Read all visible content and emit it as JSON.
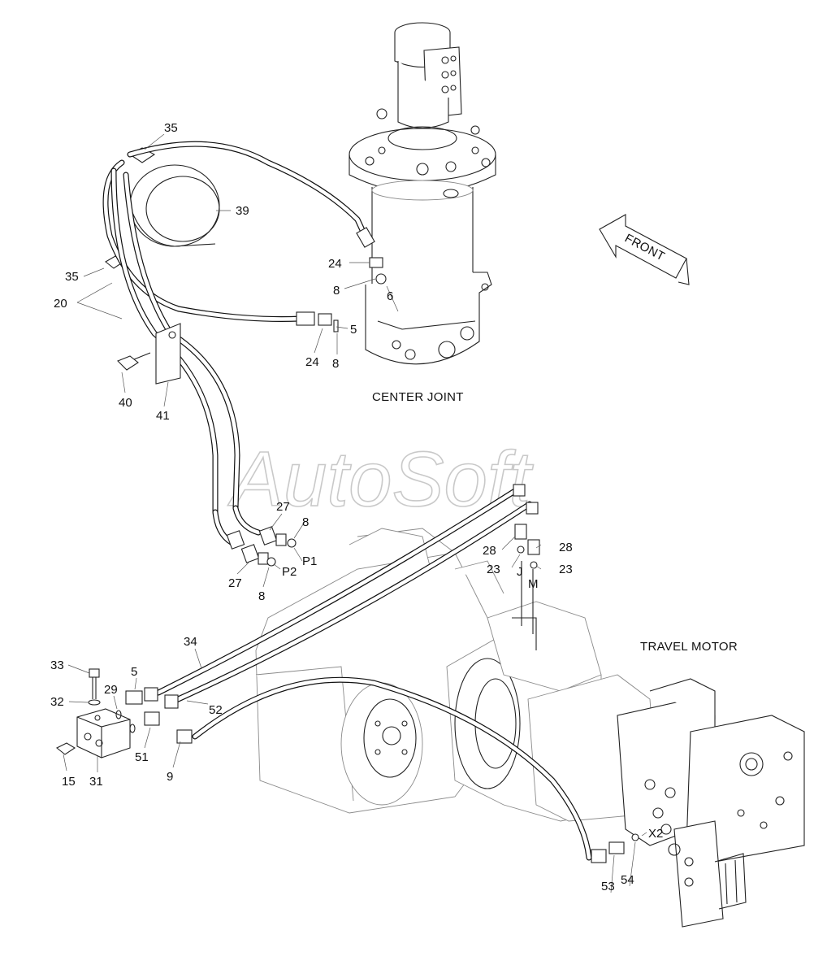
{
  "titles": {
    "center_joint": "CENTER JOINT",
    "travel_motor": "TRAVEL MOTOR",
    "front": "FRONT"
  },
  "watermark": "AutoSoft",
  "callouts": {
    "c35_top": "35",
    "c39": "39",
    "c35_left": "35",
    "c20": "20",
    "c24_upper": "24",
    "c8_upper": "8",
    "c6": "6",
    "c5_upper": "5",
    "c24_lower": "24",
    "c8_lower": "8",
    "c40": "40",
    "c41": "41",
    "c27_upper": "27",
    "c8_p1": "8",
    "c_p1": "P1",
    "c_p2": "P2",
    "c27_lower": "27",
    "c8_p2": "8",
    "c28_left": "28",
    "c28_right": "28",
    "c23_left": "23",
    "c23_right": "23",
    "c_j": "J",
    "c_m": "M",
    "c34": "34",
    "c33": "33",
    "c5_lower": "5",
    "c29": "29",
    "c32": "32",
    "c52": "52",
    "c15": "15",
    "c31": "31",
    "c51": "51",
    "c9": "9",
    "c53": "53",
    "c54": "54",
    "c_x2": "X2"
  }
}
